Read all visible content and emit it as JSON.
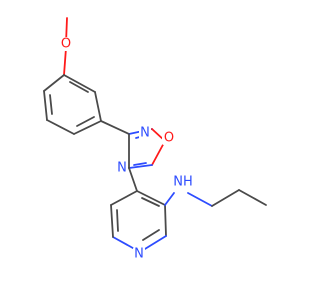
{
  "colors": {
    "background": "#ffffff",
    "carbon_bond": "#4a4a4a",
    "nitrogen": "#2d4cff",
    "oxygen": "#ff1a1a"
  },
  "atom_labels": {
    "methoxy_o": "O",
    "oxadiazole_n1": "N",
    "oxadiazole_o1": "O",
    "oxadiazole_n2": "N",
    "amine_nh": "NH",
    "pyridine_n": "N"
  }
}
